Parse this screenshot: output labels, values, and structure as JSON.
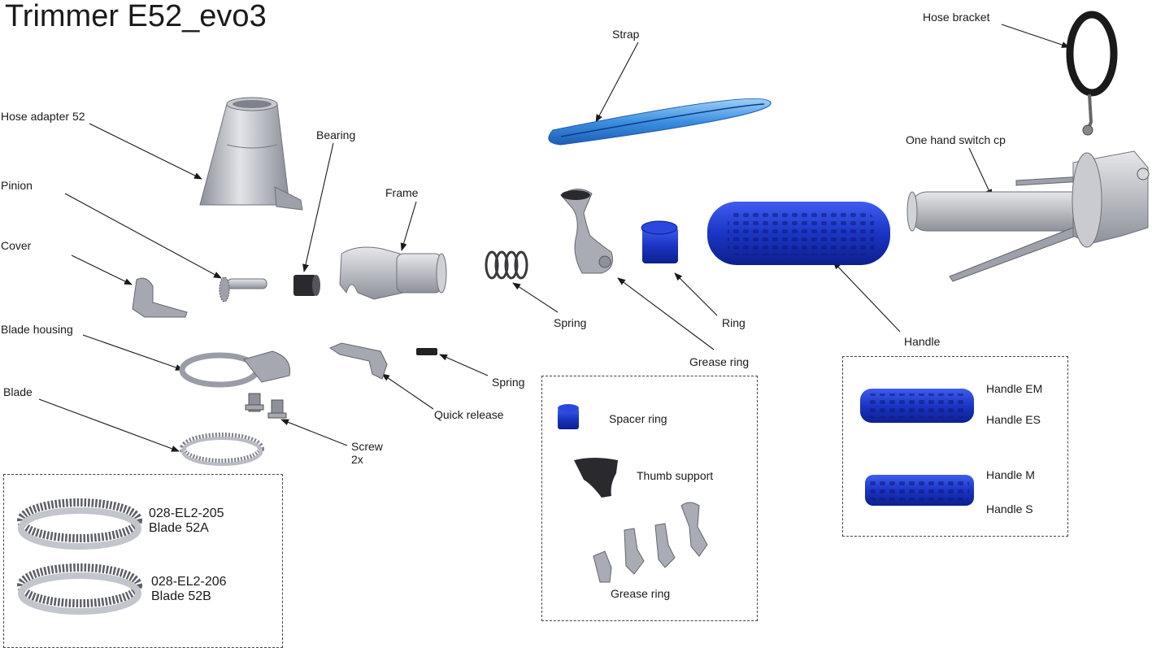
{
  "title": "Trimmer E52_evo3",
  "labels": {
    "hose_adapter": "Hose adapter 52",
    "pinion": "Pinion",
    "cover": "Cover",
    "blade_housing": "Blade housing",
    "blade": "Blade",
    "bearing": "Bearing",
    "frame": "Frame",
    "quick_release": "Quick release",
    "spring_small": "Spring",
    "screw": "Screw",
    "screw_qty": "2x",
    "strap": "Strap",
    "spring_coil": "Spring",
    "grease_ring": "Grease ring",
    "ring": "Ring",
    "handle": "Handle",
    "hose_bracket": "Hose bracket",
    "one_hand_switch": "One hand switch cp"
  },
  "blade_options": [
    {
      "code": "028-EL2-205",
      "name": "Blade 52A"
    },
    {
      "code": "028-EL2-206",
      "name": "Blade 52B"
    }
  ],
  "accessory_box": {
    "spacer_ring": "Spacer ring",
    "thumb_support": "Thumb support",
    "grease_ring": "Grease ring"
  },
  "handle_options": [
    "Handle EM",
    "Handle ES",
    "Handle M",
    "Handle S"
  ],
  "colors": {
    "metal": "#b9bcc4",
    "metal_dark": "#7d8089",
    "blue": "#1f3fd1",
    "light_blue": "#4aa0ea",
    "line": "#1a1a1a"
  }
}
